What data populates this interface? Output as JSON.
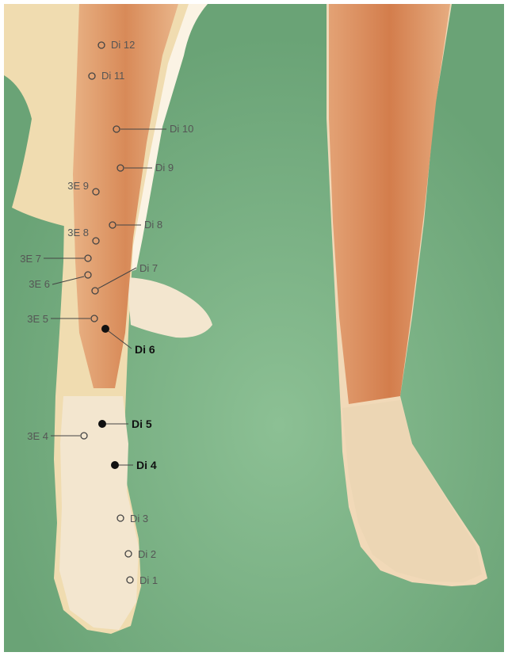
{
  "figure": {
    "background_color": "#6fa77a",
    "skin_color": "#f0dcb0",
    "muscle_color": "#dd9a6a",
    "bone_color": "#f3e6cf"
  },
  "points": [
    {
      "id": "di12",
      "label": "Di 12",
      "filled": false
    },
    {
      "id": "di11",
      "label": "Di 11",
      "filled": false
    },
    {
      "id": "di10",
      "label": "Di 10",
      "filled": false
    },
    {
      "id": "di9",
      "label": "Di 9",
      "filled": false
    },
    {
      "id": "3e9",
      "label": "3E 9",
      "filled": false
    },
    {
      "id": "di8",
      "label": "Di 8",
      "filled": false
    },
    {
      "id": "3e8",
      "label": "3E 8",
      "filled": false
    },
    {
      "id": "3e7",
      "label": "3E 7",
      "filled": false
    },
    {
      "id": "di7",
      "label": "Di 7",
      "filled": false
    },
    {
      "id": "3e6",
      "label": "3E 6",
      "filled": false
    },
    {
      "id": "3e5",
      "label": "3E 5",
      "filled": false
    },
    {
      "id": "di6",
      "label": "Di 6",
      "filled": true
    },
    {
      "id": "di5",
      "label": "Di 5",
      "filled": true
    },
    {
      "id": "3e4",
      "label": "3E 4",
      "filled": false
    },
    {
      "id": "di4",
      "label": "Di 4",
      "filled": true
    },
    {
      "id": "di3",
      "label": "Di 3",
      "filled": false
    },
    {
      "id": "di2",
      "label": "Di 2",
      "filled": false
    },
    {
      "id": "di1",
      "label": "Di 1",
      "filled": false
    }
  ]
}
